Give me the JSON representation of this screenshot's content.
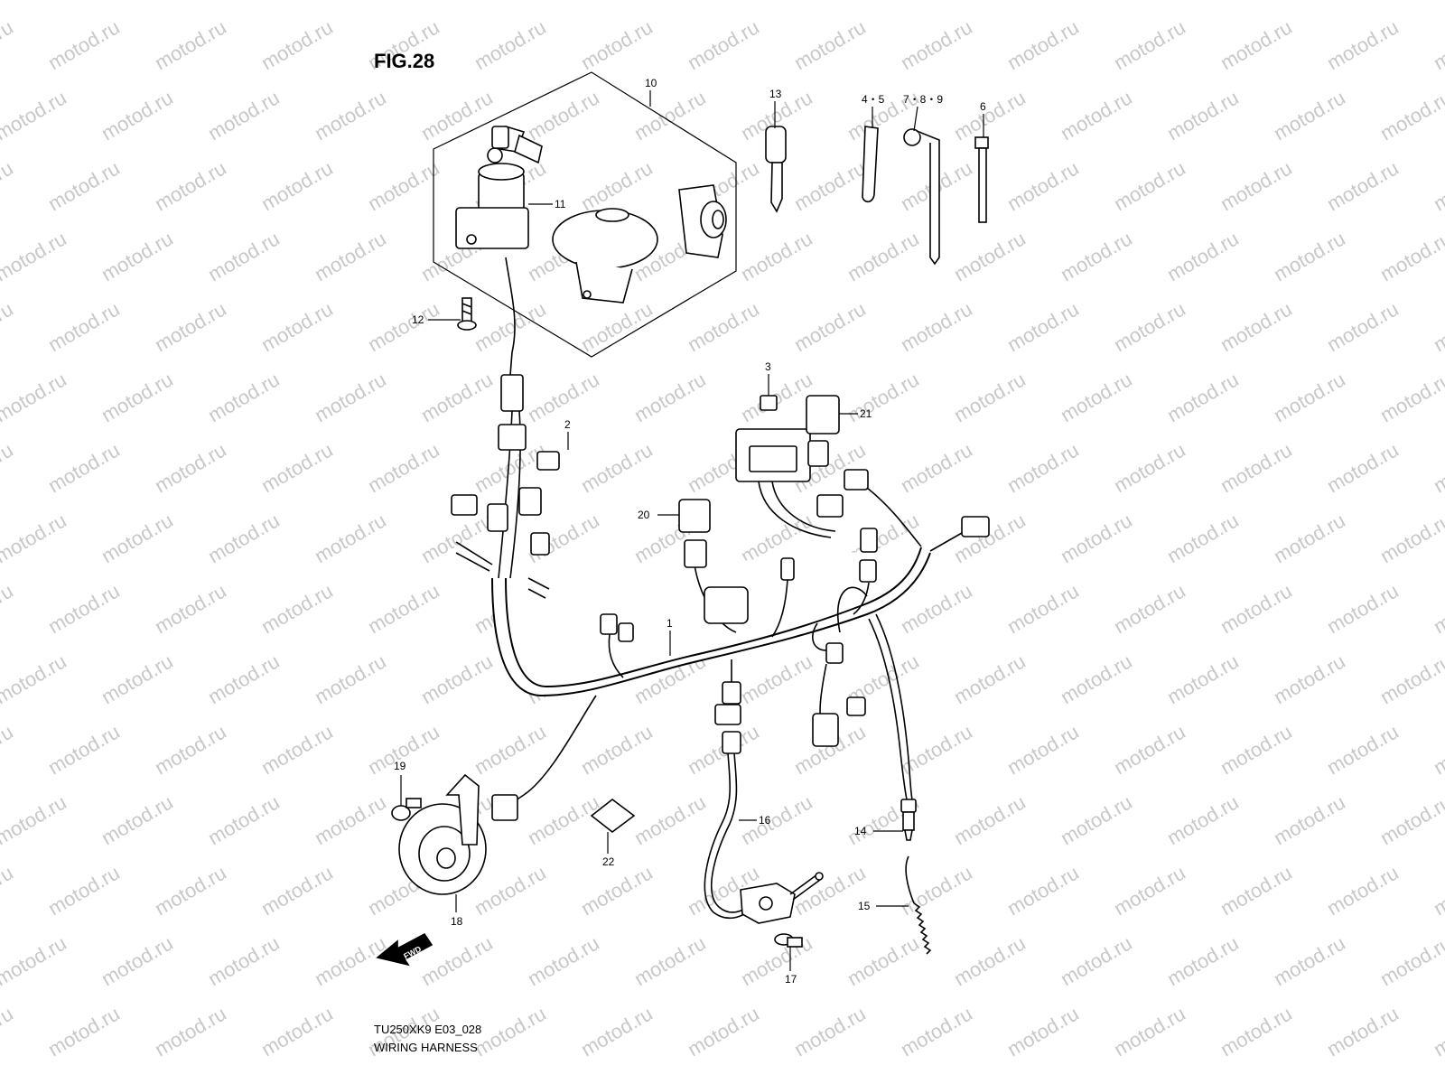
{
  "figure_title": "FIG.28",
  "watermark_text": "motod.ru",
  "footer": {
    "model_code": "TU250XK9 E03_028",
    "caption": "WIRING HARNESS"
  },
  "fwd_label": "FWD",
  "callouts": {
    "c1": "1",
    "c2": "2",
    "c3": "3",
    "c45": "4・5",
    "c6": "6",
    "c789": "7・8・9",
    "c10": "10",
    "c11": "11",
    "c12": "12",
    "c13": "13",
    "c14": "14",
    "c15": "15",
    "c16": "16",
    "c17": "17",
    "c18": "18",
    "c19": "19",
    "c20": "20",
    "c21": "21",
    "c22": "22"
  },
  "colors": {
    "ink": "#000000",
    "watermark": "#c8c8c8",
    "background": "#ffffff"
  }
}
